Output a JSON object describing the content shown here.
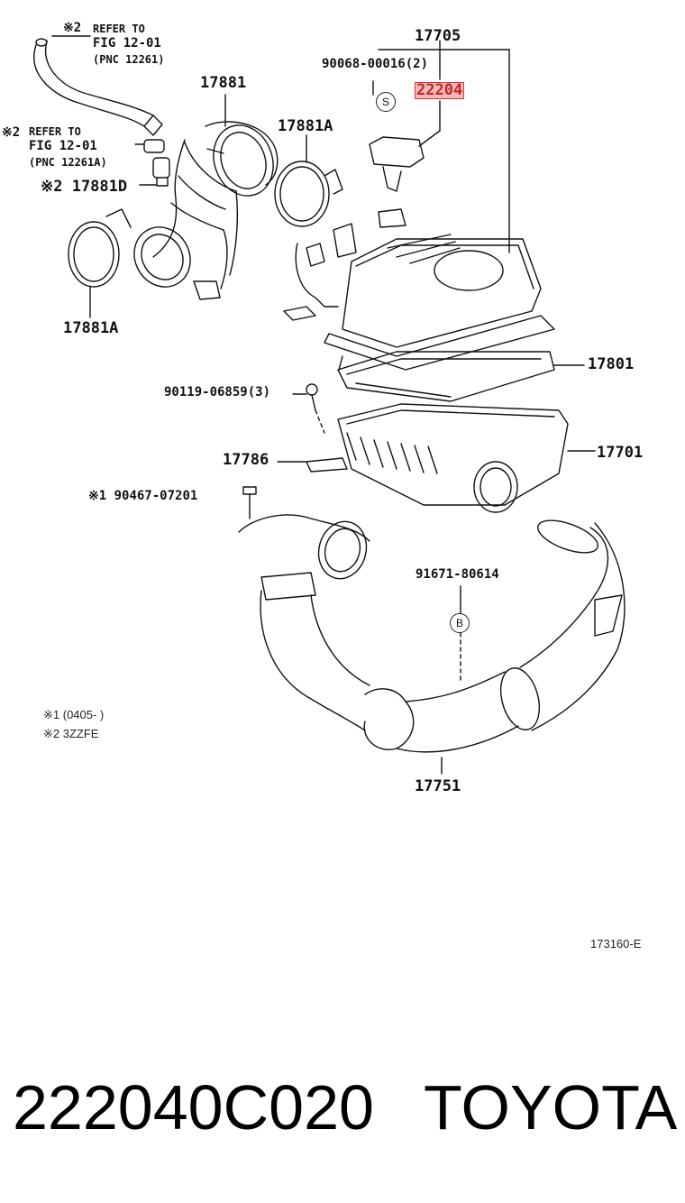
{
  "labels": {
    "ref1_mark": "※2",
    "ref1_line1": "REFER TO",
    "ref1_line2": "FIG 12-01",
    "ref1_line3": "(PNC 12261)",
    "ref2_mark": "※2",
    "ref2_line1": "REFER TO",
    "ref2_line2": "FIG 12-01",
    "ref2_line3": "(PNC 12261A)",
    "p17881_top": "17881",
    "p17881D": "※2 17881D",
    "p17881A_left": "17881A",
    "p17881A_right": "17881A",
    "p17705": "17705",
    "p90068": "90068-00016(2)",
    "p22204": "22204",
    "p17801": "17801",
    "p90119": "90119-06859(3)",
    "p17701": "17701",
    "p17786": "17786",
    "p90467": "※1 90467-07201",
    "p91671": "91671-80614",
    "p17751": "17751",
    "circle_s": "S",
    "circle_b": "B"
  },
  "notes": {
    "note1": "※1 (0405-        )",
    "note2": "※2  3ZZFE",
    "figure_code": "173160-E"
  },
  "footer": {
    "part_number": "222040C020",
    "brand": "TOYOTA"
  },
  "colors": {
    "highlight_fill": "#f6b9b9",
    "highlight_border": "#d23a3a",
    "line": "#111111"
  }
}
